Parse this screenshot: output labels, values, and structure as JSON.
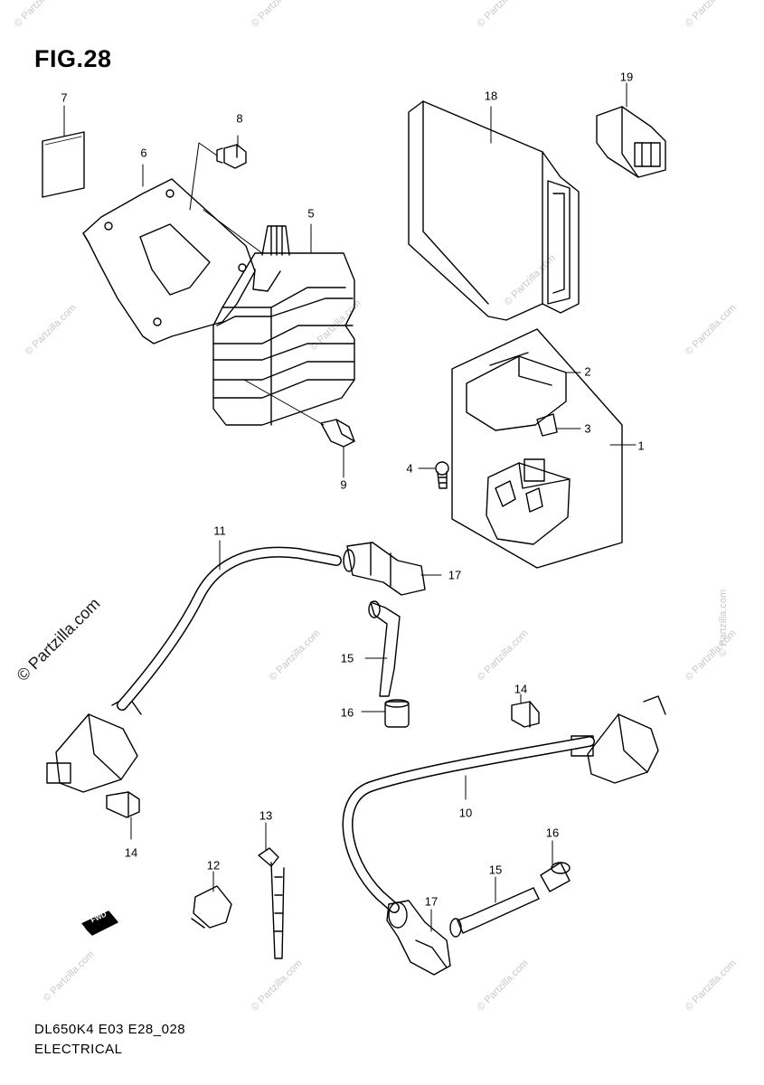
{
  "figure": {
    "title": "FIG.28"
  },
  "footer": {
    "code": "DL650K4 E03 E28_028",
    "section": "ELECTRICAL"
  },
  "watermark": {
    "text": "© Partzilla.com"
  },
  "direction_tag": {
    "text": "FWD"
  },
  "callouts": [
    {
      "id": "c1",
      "label": "1"
    },
    {
      "id": "c2",
      "label": "2"
    },
    {
      "id": "c3",
      "label": "3"
    },
    {
      "id": "c4",
      "label": "4"
    },
    {
      "id": "c5",
      "label": "5"
    },
    {
      "id": "c6",
      "label": "6"
    },
    {
      "id": "c7",
      "label": "7"
    },
    {
      "id": "c8",
      "label": "8"
    },
    {
      "id": "c9",
      "label": "9"
    },
    {
      "id": "c10",
      "label": "10"
    },
    {
      "id": "c11",
      "label": "11"
    },
    {
      "id": "c12",
      "label": "12"
    },
    {
      "id": "c13",
      "label": "13"
    },
    {
      "id": "c14a",
      "label": "14"
    },
    {
      "id": "c14b",
      "label": "14"
    },
    {
      "id": "c15a",
      "label": "15"
    },
    {
      "id": "c15b",
      "label": "15"
    },
    {
      "id": "c16a",
      "label": "16"
    },
    {
      "id": "c16b",
      "label": "16"
    },
    {
      "id": "c17a",
      "label": "17"
    },
    {
      "id": "c17b",
      "label": "17"
    },
    {
      "id": "c18",
      "label": "18"
    },
    {
      "id": "c19",
      "label": "19"
    }
  ]
}
